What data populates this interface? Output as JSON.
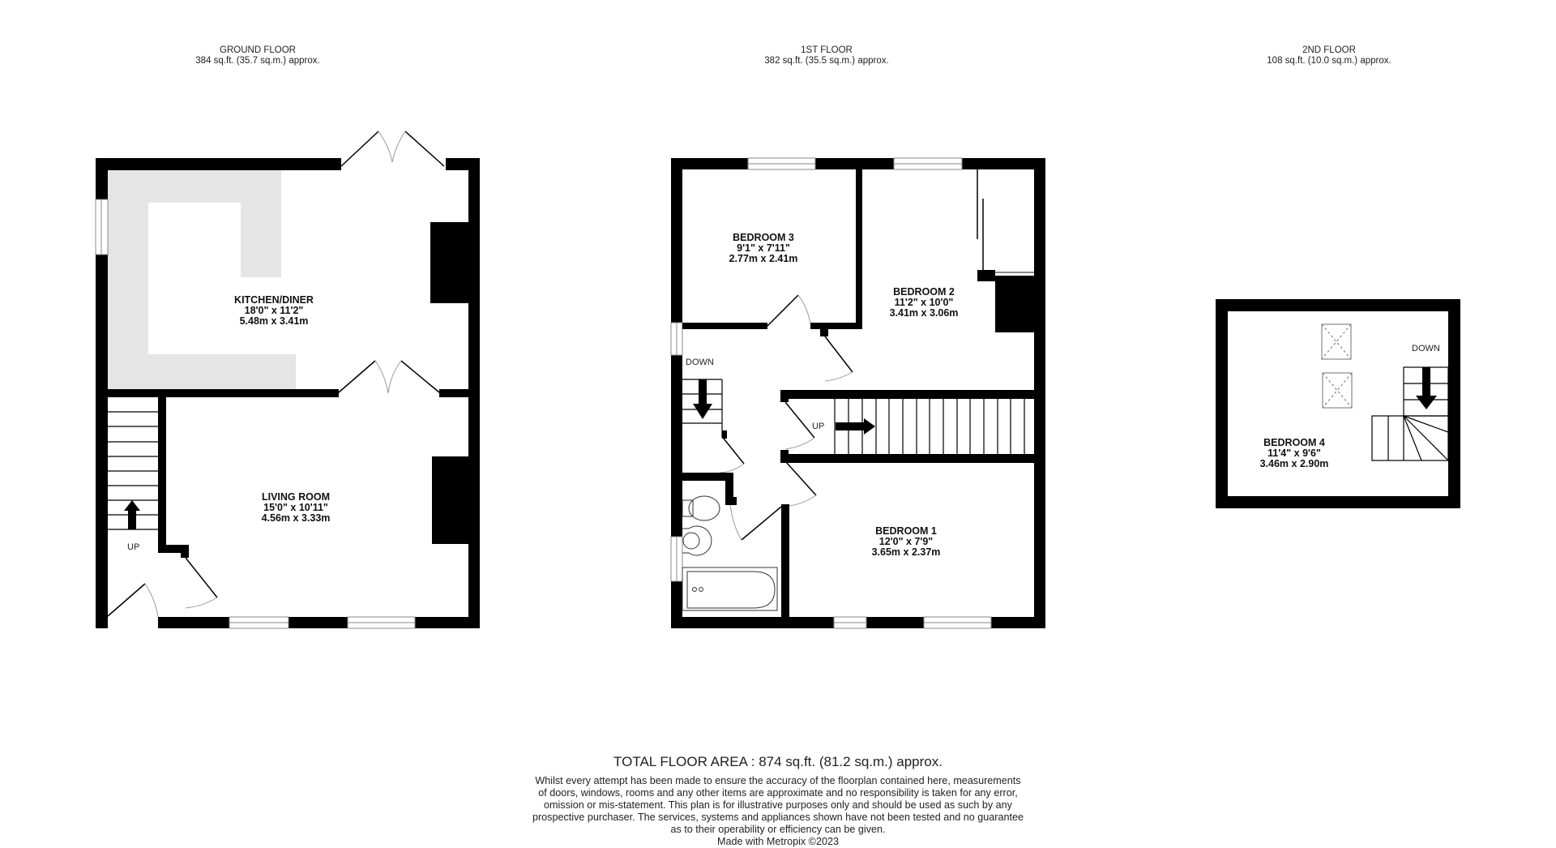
{
  "floors": [
    {
      "name": "GROUND FLOOR",
      "area": "384 sq.ft. (35.7 sq.m.) approx.",
      "rooms": [
        {
          "name": "KITCHEN/DINER",
          "imperial": "18'0\"  x 11'2\"",
          "metric": "5.48m  x 3.41m"
        },
        {
          "name": "LIVING ROOM",
          "imperial": "15'0\"  x 10'11\"",
          "metric": "4.56m  x 3.33m"
        }
      ],
      "stairs": [
        {
          "label": "UP"
        }
      ]
    },
    {
      "name": "1ST FLOOR",
      "area": "382 sq.ft. (35.5 sq.m.) approx.",
      "rooms": [
        {
          "name": "BEDROOM 3",
          "imperial": "9'1\"  x 7'11\"",
          "metric": "2.77m  x 2.41m"
        },
        {
          "name": "BEDROOM 2",
          "imperial": "11'2\"  x 10'0\"",
          "metric": "3.41m  x 3.06m"
        },
        {
          "name": "BEDROOM 1",
          "imperial": "12'0\"  x 7'9\"",
          "metric": "3.65m  x 2.37m"
        }
      ],
      "stairs": [
        {
          "label": "DOWN"
        },
        {
          "label": "UP"
        }
      ]
    },
    {
      "name": "2ND FLOOR",
      "area": "108 sq.ft. (10.0 sq.m.) approx.",
      "rooms": [
        {
          "name": "BEDROOM 4",
          "imperial": "11'4\"  x 9'6\"",
          "metric": "3.46m  x 2.90m"
        }
      ],
      "stairs": [
        {
          "label": "DOWN"
        }
      ]
    }
  ],
  "footer": {
    "total": "TOTAL FLOOR AREA : 874 sq.ft. (81.2 sq.m.) approx.",
    "disclaimer_lines": [
      "Whilst every attempt has been made to ensure the accuracy of the floorplan contained here, measurements",
      "of doors, windows, rooms and any other items are approximate and no responsibility is taken for any error,",
      "omission or mis-statement. This plan is for illustrative purposes only and should be used as such by any",
      "prospective purchaser. The services, systems and appliances shown have not been tested and no guarantee",
      "as to their operability or efficiency can be given."
    ],
    "credit": "Made with Metropix ©2023"
  },
  "colors": {
    "wall": "#000000",
    "counter": "#e5e5e5",
    "background": "#ffffff"
  }
}
